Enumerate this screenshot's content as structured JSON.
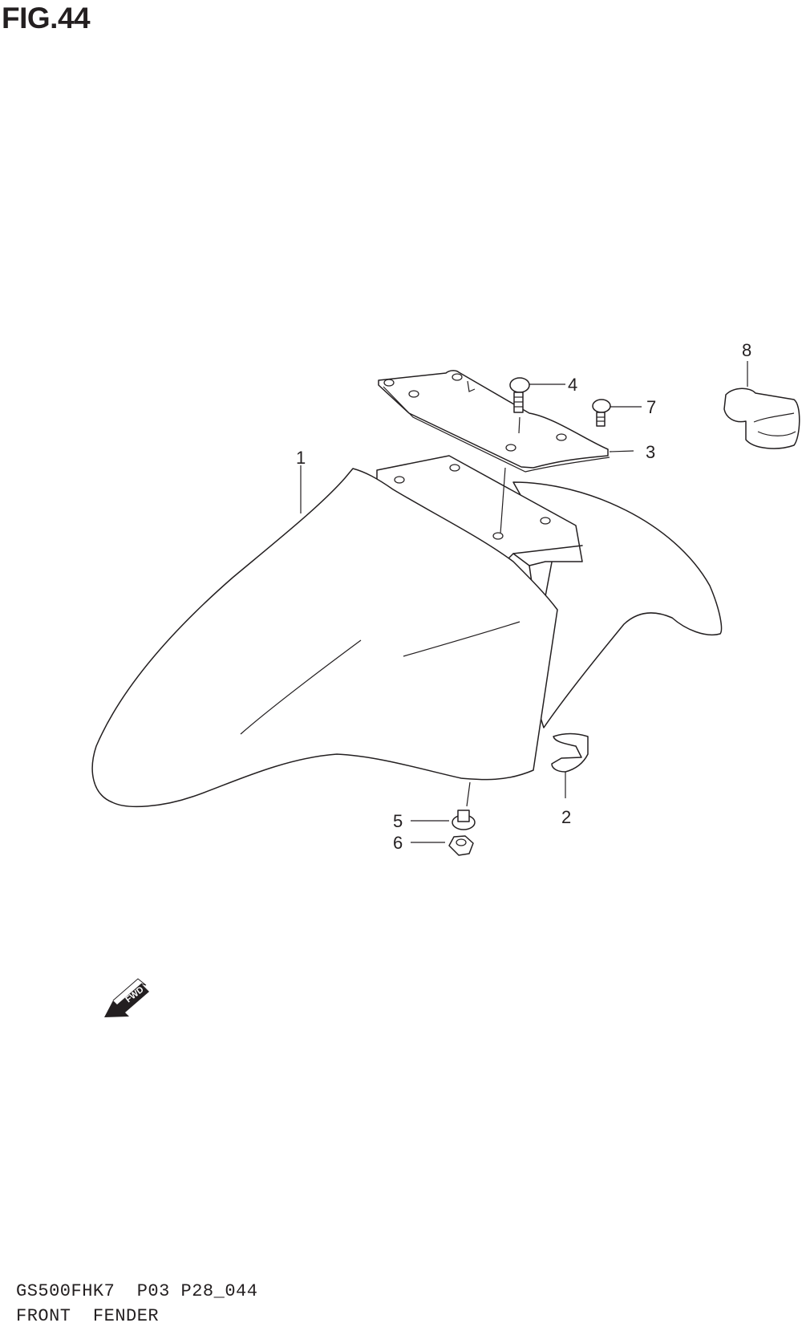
{
  "figure": {
    "title": "FIG.44"
  },
  "footer": {
    "model_code": "GS500FHK7  P03 P28_044",
    "section_name": "FRONT  FENDER"
  },
  "callouts": [
    {
      "id": "1",
      "label": "1"
    },
    {
      "id": "2",
      "label": "2"
    },
    {
      "id": "3",
      "label": "3"
    },
    {
      "id": "4",
      "label": "4"
    },
    {
      "id": "5",
      "label": "5"
    },
    {
      "id": "6",
      "label": "6"
    },
    {
      "id": "7",
      "label": "7"
    },
    {
      "id": "8",
      "label": "8"
    }
  ],
  "direction_arrow": {
    "label": "FWD"
  },
  "colors": {
    "ink": "#231f20",
    "background": "#ffffff"
  }
}
